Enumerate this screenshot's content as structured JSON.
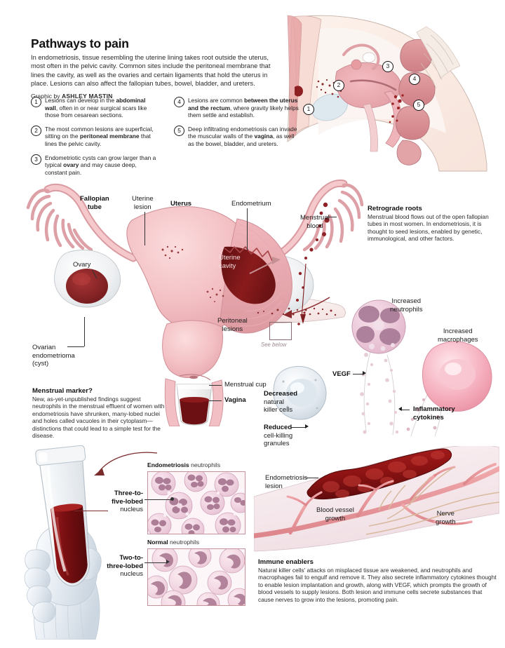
{
  "header": {
    "title": "Pathways to pain",
    "deck": "In endometriosis, tissue resembling the uterine lining takes root outside the uterus, most often in the pelvic cavity. Common sites include the peritoneal membrane that lines the cavity, as well as the ovaries and certain ligaments that hold the uterus in place.  Lesions can also affect the fallopian tubes, bowel, bladder, and ureters.",
    "credit_prefix": "Graphic by ",
    "credit_name": "ASHLEY MASTIN"
  },
  "key_items": [
    {
      "num": "1",
      "html": "Lesions can develop in the <b>abdominal wall</b>, often in or near surgical scars like those from cesarean sections."
    },
    {
      "num": "2",
      "html": "The most common lesions are superficial, sitting on the <b>peritoneal membrane</b> that lines the pelvic cavity."
    },
    {
      "num": "3",
      "html": "Endometriotic cysts can grow larger than a typical <b>ovary</b> and may cause deep, constant pain."
    },
    {
      "num": "4",
      "html": "Lesions are common <b>between the uterus and the rectum</b>, where gravity likely helps them settle and establish."
    },
    {
      "num": "5",
      "html": "Deep infiltrating endometriosis can invade the muscular walls of the <b>vagina</b>, as well as the bowel, bladder, and ureters."
    }
  ],
  "anatomy_markers": [
    "1",
    "2",
    "3",
    "4",
    "5"
  ],
  "uterus_labels": {
    "fallopian_tube": "Fallopian\ntube",
    "uterine_lesion": "Uterine\nlesion",
    "uterus": "Uterus",
    "endometrium": "Endometrium",
    "menstrual_blood": "Menstrual\nblood",
    "uterine_cavity": "Uterine\ncavity",
    "ovary": "Ovary",
    "ovarian_endometrioma": "Ovarian\nendometrioma\n(cyst)",
    "peritoneal_lesions": "Peritoneal\nlesions",
    "see_below": "See below",
    "menstrual_cup": "Menstrual cup",
    "vagina": "Vagina"
  },
  "callouts": {
    "retrograde": {
      "heading": "Retrograde roots",
      "body": "Menstrual blood flows out of the open fallopian tubes in most women. In endometriosis, it is thought to seed lesions, enabled by genetic, immunological, and other factors."
    },
    "marker": {
      "heading": "Menstrual marker?",
      "body": "New, as-yet-unpublished findings suggest neutrophils in the menstrual effluent of women with endometriosis have shrunken, many-lobed nuclei and holes called vacuoles in their cytoplasm—distinctions that could lead to a simple test for the disease."
    },
    "immune": {
      "heading": "Immune enablers",
      "body": "Natural killer cells' attacks on misplaced tissue are weakened, and neutrophils and macrophages fail to engulf and remove it. They also secrete inflammatory cytokines thought to enable lesion implantation and growth, along with VEGF, which prompts the growth of blood vessels to supply lesions. Both lesion and immune cells secrete substances that cause nerves to grow into the lesions, promoting pain."
    }
  },
  "cell_labels": {
    "increased_neutrophils": "Increased\nneutrophils",
    "increased_macrophages": "Increased\nmacrophages",
    "vegf": "VEGF",
    "inflammatory_cytokines": "Inflammatory\ncytokines",
    "decreased_nk_bold": "Decreased",
    "decreased_nk_rest": "natural\nkiller cells",
    "reduced_bold": "Reduced",
    "reduced_rest": "cell-killing\ngranules"
  },
  "vessel_labels": {
    "endometriosis_lesion": "Endometriosis\nlesion",
    "blood_vessel_growth": "Blood vessel\ngrowth",
    "nerve_growth": "Nerve\ngrowth"
  },
  "micrographs": {
    "endo_title_bold": "Endometriosis",
    "endo_title_rest": " neutrophils",
    "normal_title_bold": "Normal",
    "normal_title_rest": " neutrophils",
    "three_to_five_bold": "Three-to-\nfive-lobed",
    "three_to_five_rest": "nucleus",
    "two_to_three_bold": "Two-to-\nthree-lobed",
    "two_to_three_rest": "nucleus"
  },
  "colors": {
    "tissue_pink": "#f0b9bf",
    "tissue_pink_light": "#f7d6da",
    "blood_dark": "#7c1416",
    "blood_red": "#a51f1f",
    "cell_violet": "#d9a9bd",
    "nk_blue": "#c9d3dd",
    "macrophage_pink": "#f2aebc",
    "ink": "#1b1b1b"
  }
}
